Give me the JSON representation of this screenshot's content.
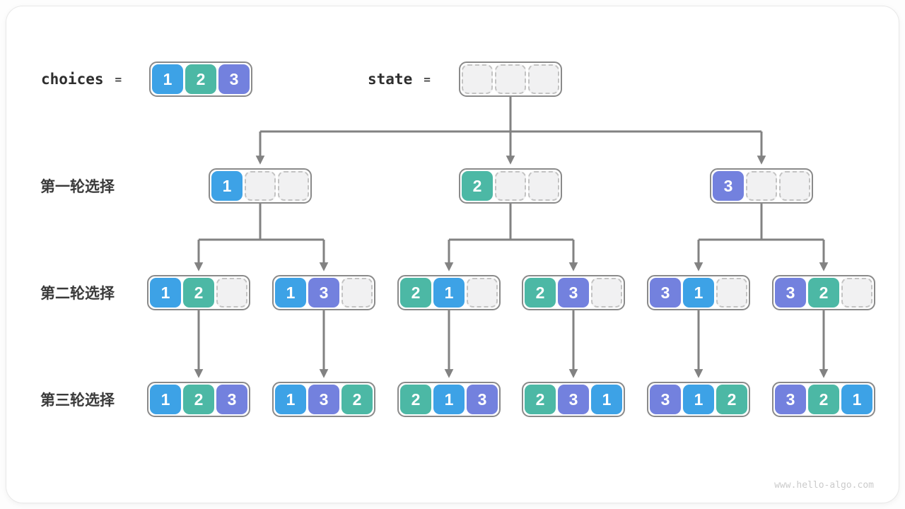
{
  "header": {
    "choices_label": "choices",
    "state_label": "state",
    "equals": "=",
    "choices_cells": [
      "1",
      "2",
      "3"
    ],
    "state_cells": [
      "",
      "",
      ""
    ]
  },
  "rows": [
    {
      "label": "第一轮选择",
      "boxes": [
        [
          "1",
          "",
          ""
        ],
        [
          "2",
          "",
          ""
        ],
        [
          "3",
          "",
          ""
        ]
      ]
    },
    {
      "label": "第二轮选择",
      "boxes": [
        [
          "1",
          "2",
          ""
        ],
        [
          "1",
          "3",
          ""
        ],
        [
          "2",
          "1",
          ""
        ],
        [
          "2",
          "3",
          ""
        ],
        [
          "3",
          "1",
          ""
        ],
        [
          "3",
          "2",
          ""
        ]
      ]
    },
    {
      "label": "第三轮选择",
      "boxes": [
        [
          "1",
          "2",
          "3"
        ],
        [
          "1",
          "3",
          "2"
        ],
        [
          "2",
          "1",
          "3"
        ],
        [
          "2",
          "3",
          "1"
        ],
        [
          "3",
          "1",
          "2"
        ],
        [
          "3",
          "2",
          "1"
        ]
      ]
    }
  ],
  "watermark": "www.hello-algo.com",
  "colors": {
    "cell_1": "#3DA2E6",
    "cell_2": "#4CB8A5",
    "cell_3": "#7381DE",
    "connector": "#828282",
    "box_border": "#8A8A8A",
    "empty_cell_bg": "#F1F1F2",
    "empty_cell_border": "#C3C3C3"
  }
}
